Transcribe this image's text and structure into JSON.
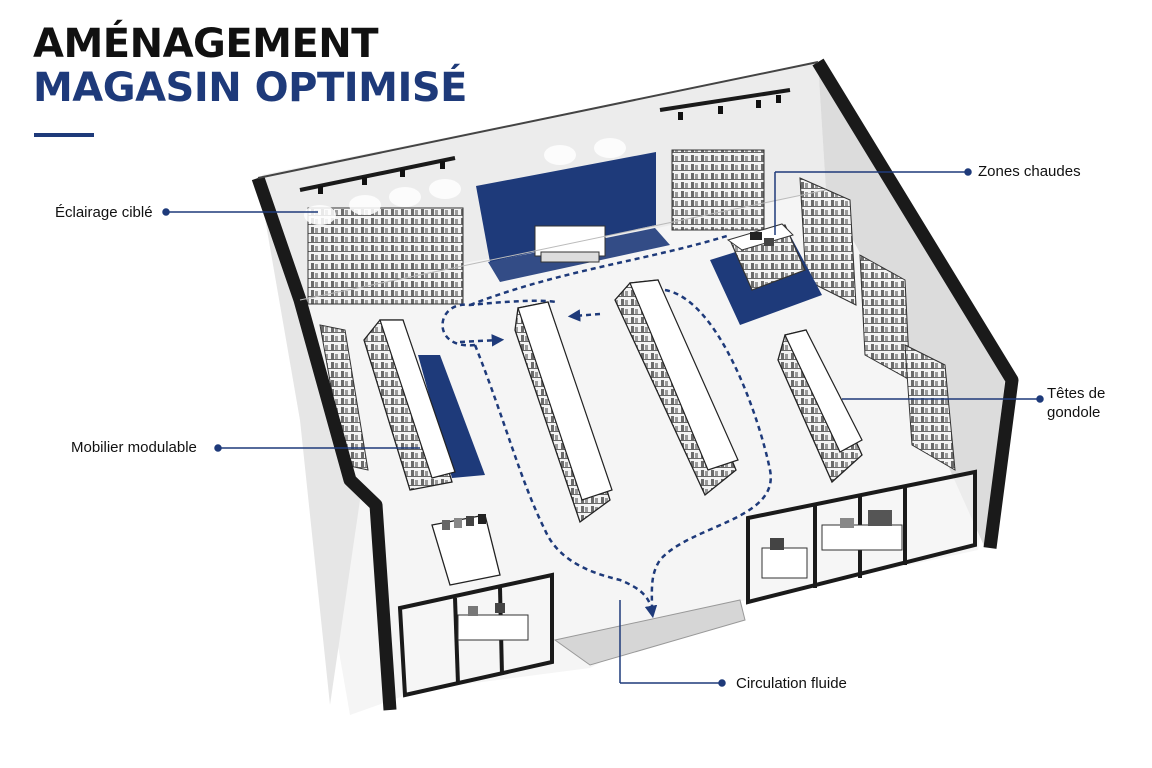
{
  "title": {
    "line1": "AMÉNAGEMENT",
    "line2": "MAGASIN OPTIMISÉ"
  },
  "callouts": {
    "lighting": "Éclairage ciblé",
    "hot_zones": "Zones chaudes",
    "gondola_ends_line1": "Têtes de",
    "gondola_ends_line2": "gondole",
    "modular_furniture": "Mobilier modulable",
    "fluid_circulation": "Circulation fluide"
  },
  "colors": {
    "accent": "#1e3a7a",
    "title_text": "#111111",
    "walls": "#1a1a1a"
  }
}
